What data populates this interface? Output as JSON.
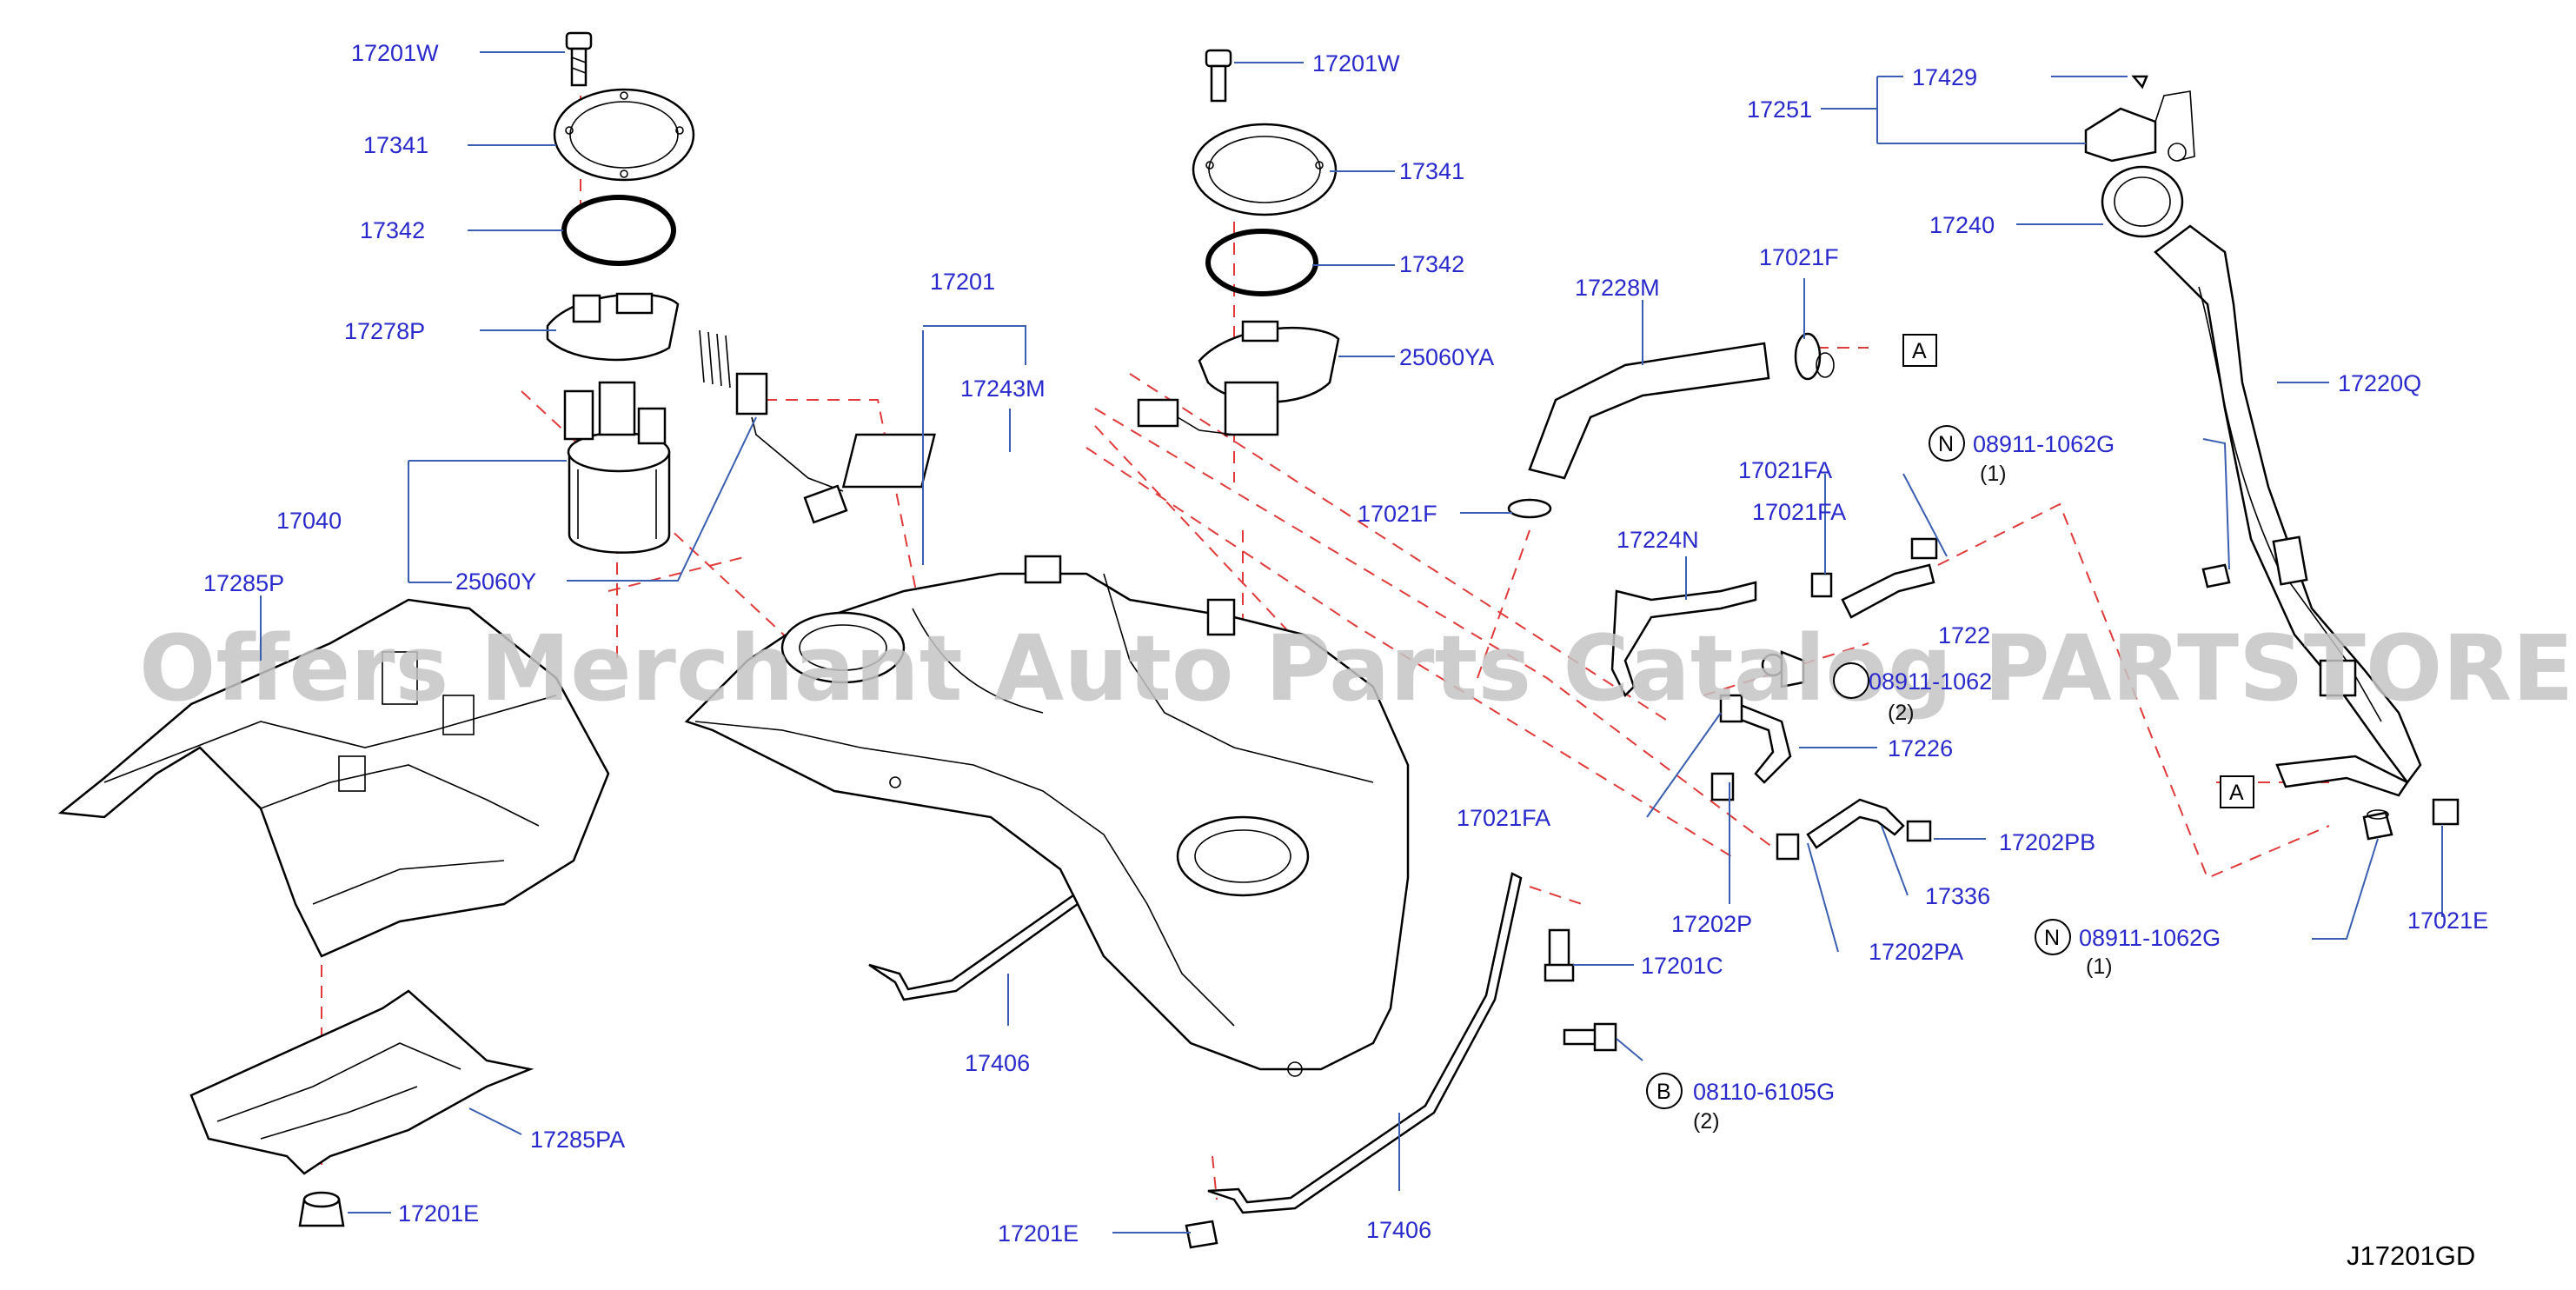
{
  "diagram_code": "J17201GD",
  "watermark": "Offers Merchant Auto Parts Catalog PARTSTORE.SA",
  "callouts": {
    "c_17201W_left": "17201W",
    "c_17341_left": "17341",
    "c_17342_left": "17342",
    "c_17278P": "17278P",
    "c_17040": "17040",
    "c_25060Y": "25060Y",
    "c_17285P": "17285P",
    "c_17201": "17201",
    "c_17243M": "17243M",
    "c_17201W_center": "17201W",
    "c_17341_center": "17341",
    "c_17342_center": "17342",
    "c_25060YA": "25060YA",
    "c_17228M": "17228M",
    "c_17021F_top": "17021F",
    "c_17021F_mid": "17021F",
    "c_17021FA_1": "17021FA",
    "c_17021FA_2": "17021FA",
    "c_17224N": "17224N",
    "c_17226": "17226",
    "c_17021FA_3": "17021FA",
    "c_17202P": "17202P",
    "c_17202PA": "17202PA",
    "c_17202PB": "17202PB",
    "c_17336": "17336",
    "c_17201C": "17201C",
    "c_08110": "08110-6105G",
    "c_17406_left": "17406",
    "c_17406_bottom": "17406",
    "c_17201E_left": "17201E",
    "c_17201E_bottom": "17201E",
    "c_17285PA": "17285PA",
    "c_17429": "17429",
    "c_17251": "17251",
    "c_17240": "17240",
    "c_17220Q": "17220Q",
    "c_08911_a": "08911-1062G",
    "c_08911_c": "08911-1062G",
    "c_17021E": "17021E",
    "c_17220_partial": "1722",
    "c_08911_partial": "08911-1062",
    "qty_1a": "(1)",
    "qty_1b": "(1)",
    "qty_2a": "(2)",
    "qty_2b": "(2)"
  },
  "markers": {
    "N": "N",
    "B": "B",
    "A": "A"
  }
}
